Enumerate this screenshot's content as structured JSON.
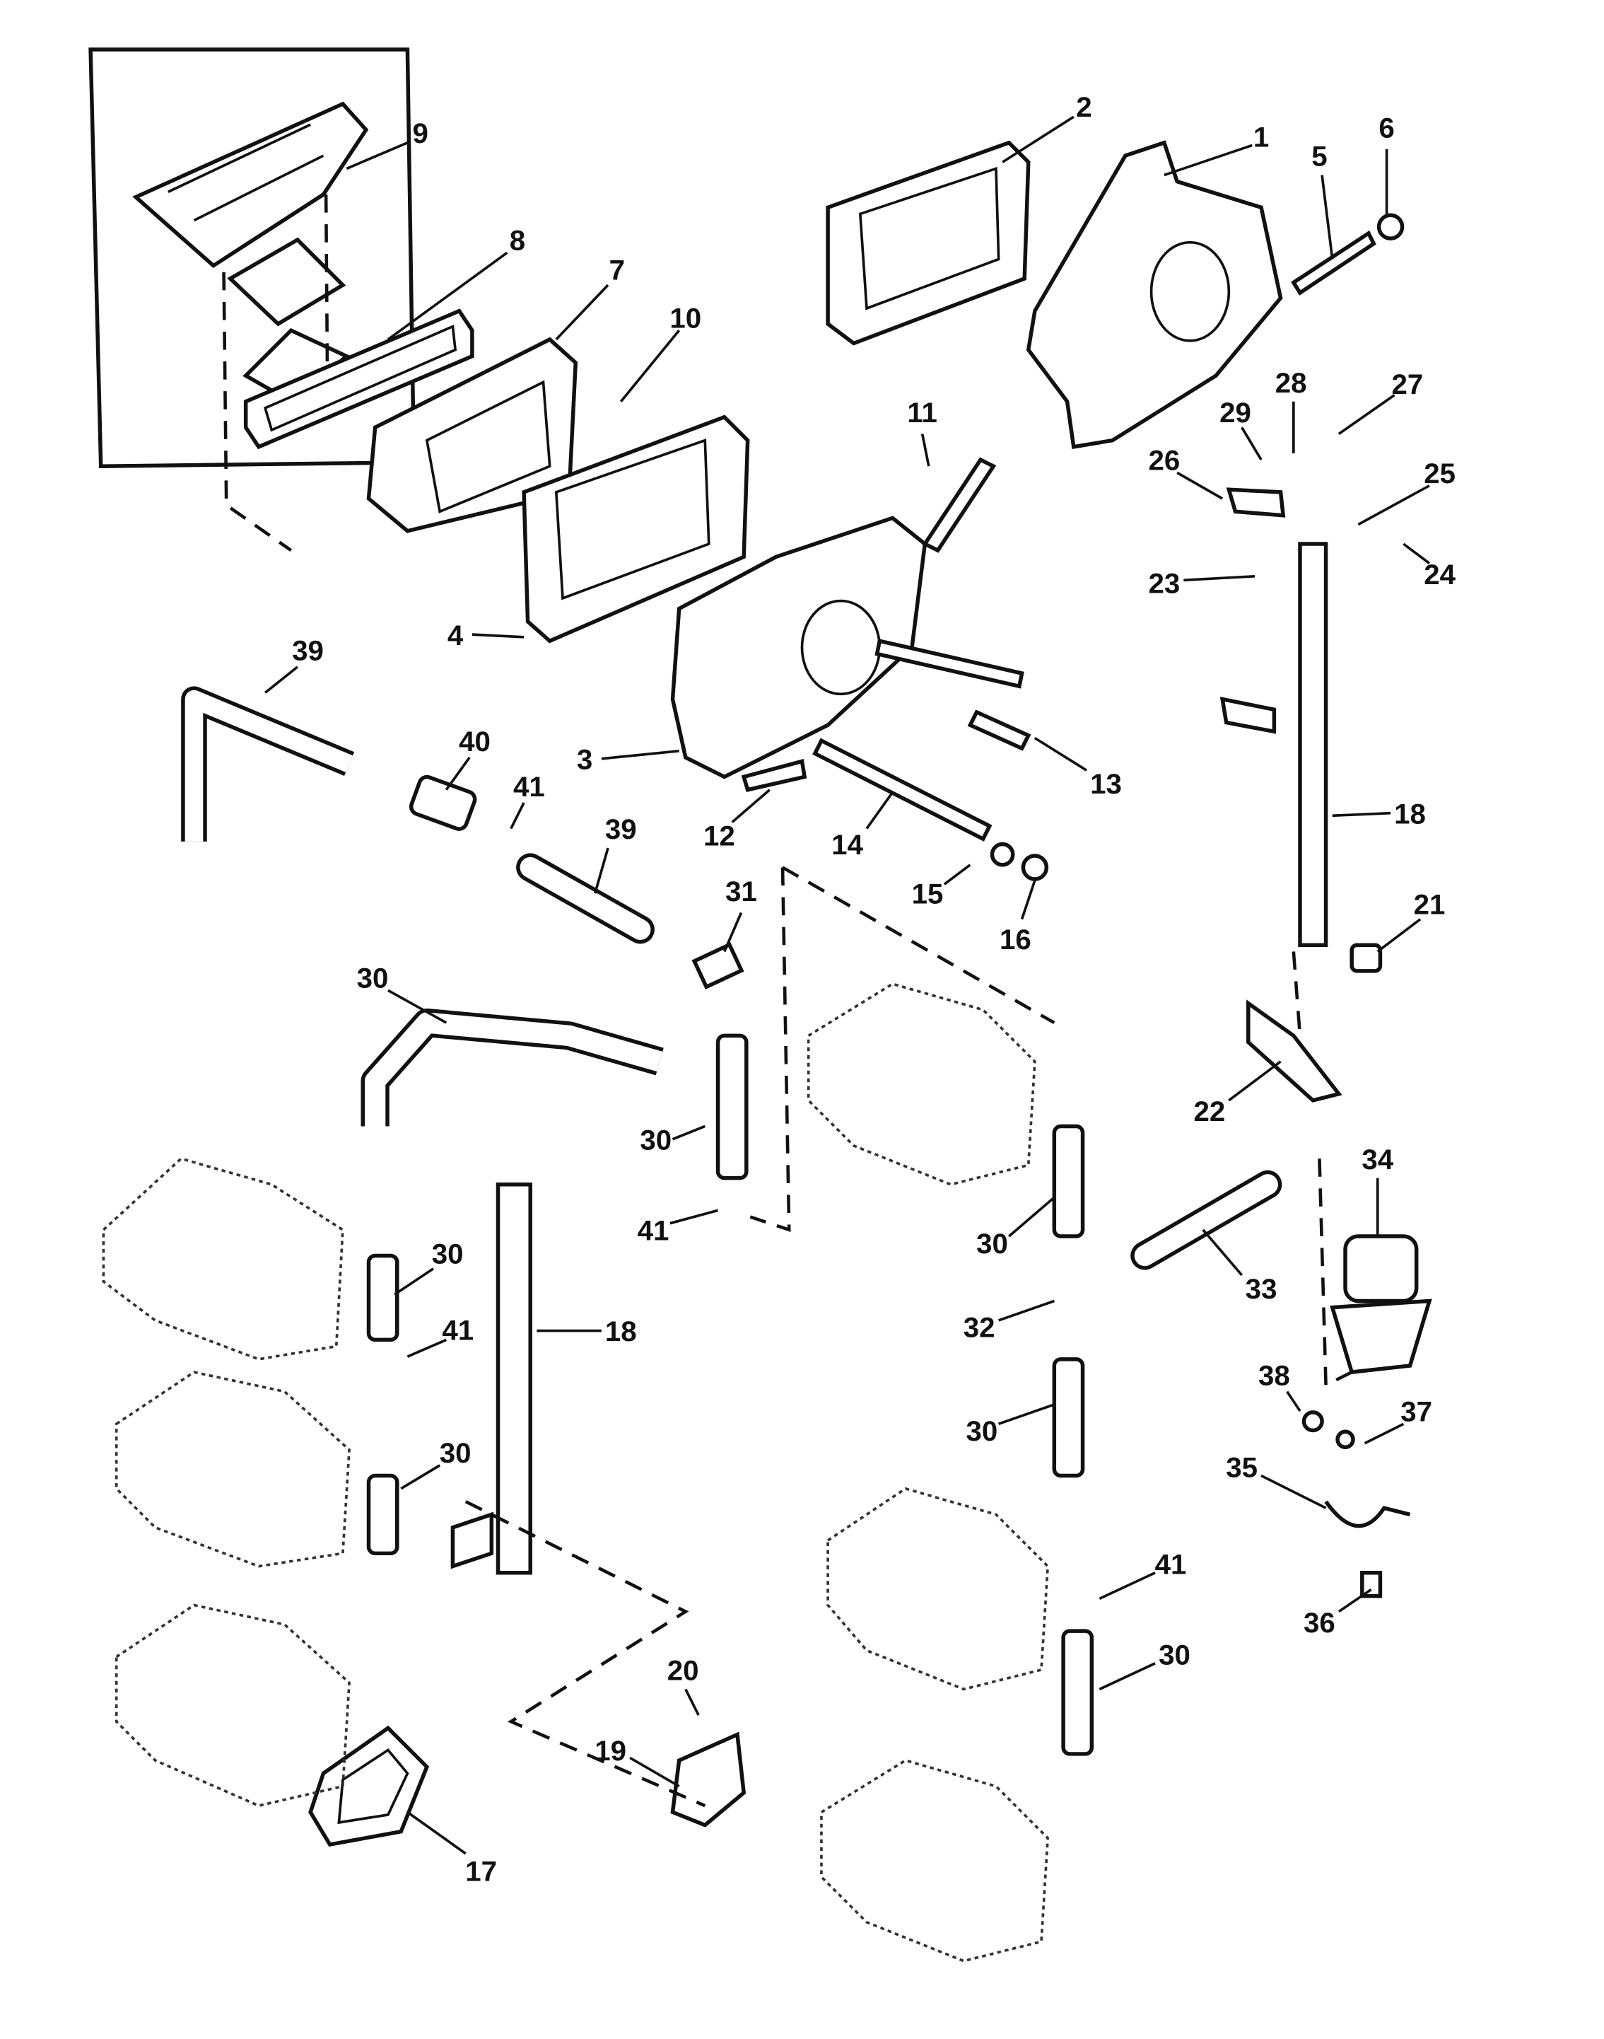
{
  "diagram": {
    "callouts": [
      "9",
      "8",
      "7",
      "10",
      "2",
      "1",
      "5",
      "6",
      "11",
      "4",
      "39",
      "40",
      "41",
      "39",
      "3",
      "13",
      "12",
      "14",
      "15",
      "16",
      "31",
      "30",
      "30",
      "41",
      "18",
      "21",
      "22",
      "26",
      "29",
      "28",
      "27",
      "25",
      "24",
      "23",
      "30",
      "33",
      "34",
      "32",
      "30",
      "38",
      "37",
      "35",
      "36",
      "41",
      "30",
      "30",
      "41",
      "18",
      "30",
      "20",
      "19",
      "17"
    ]
  }
}
